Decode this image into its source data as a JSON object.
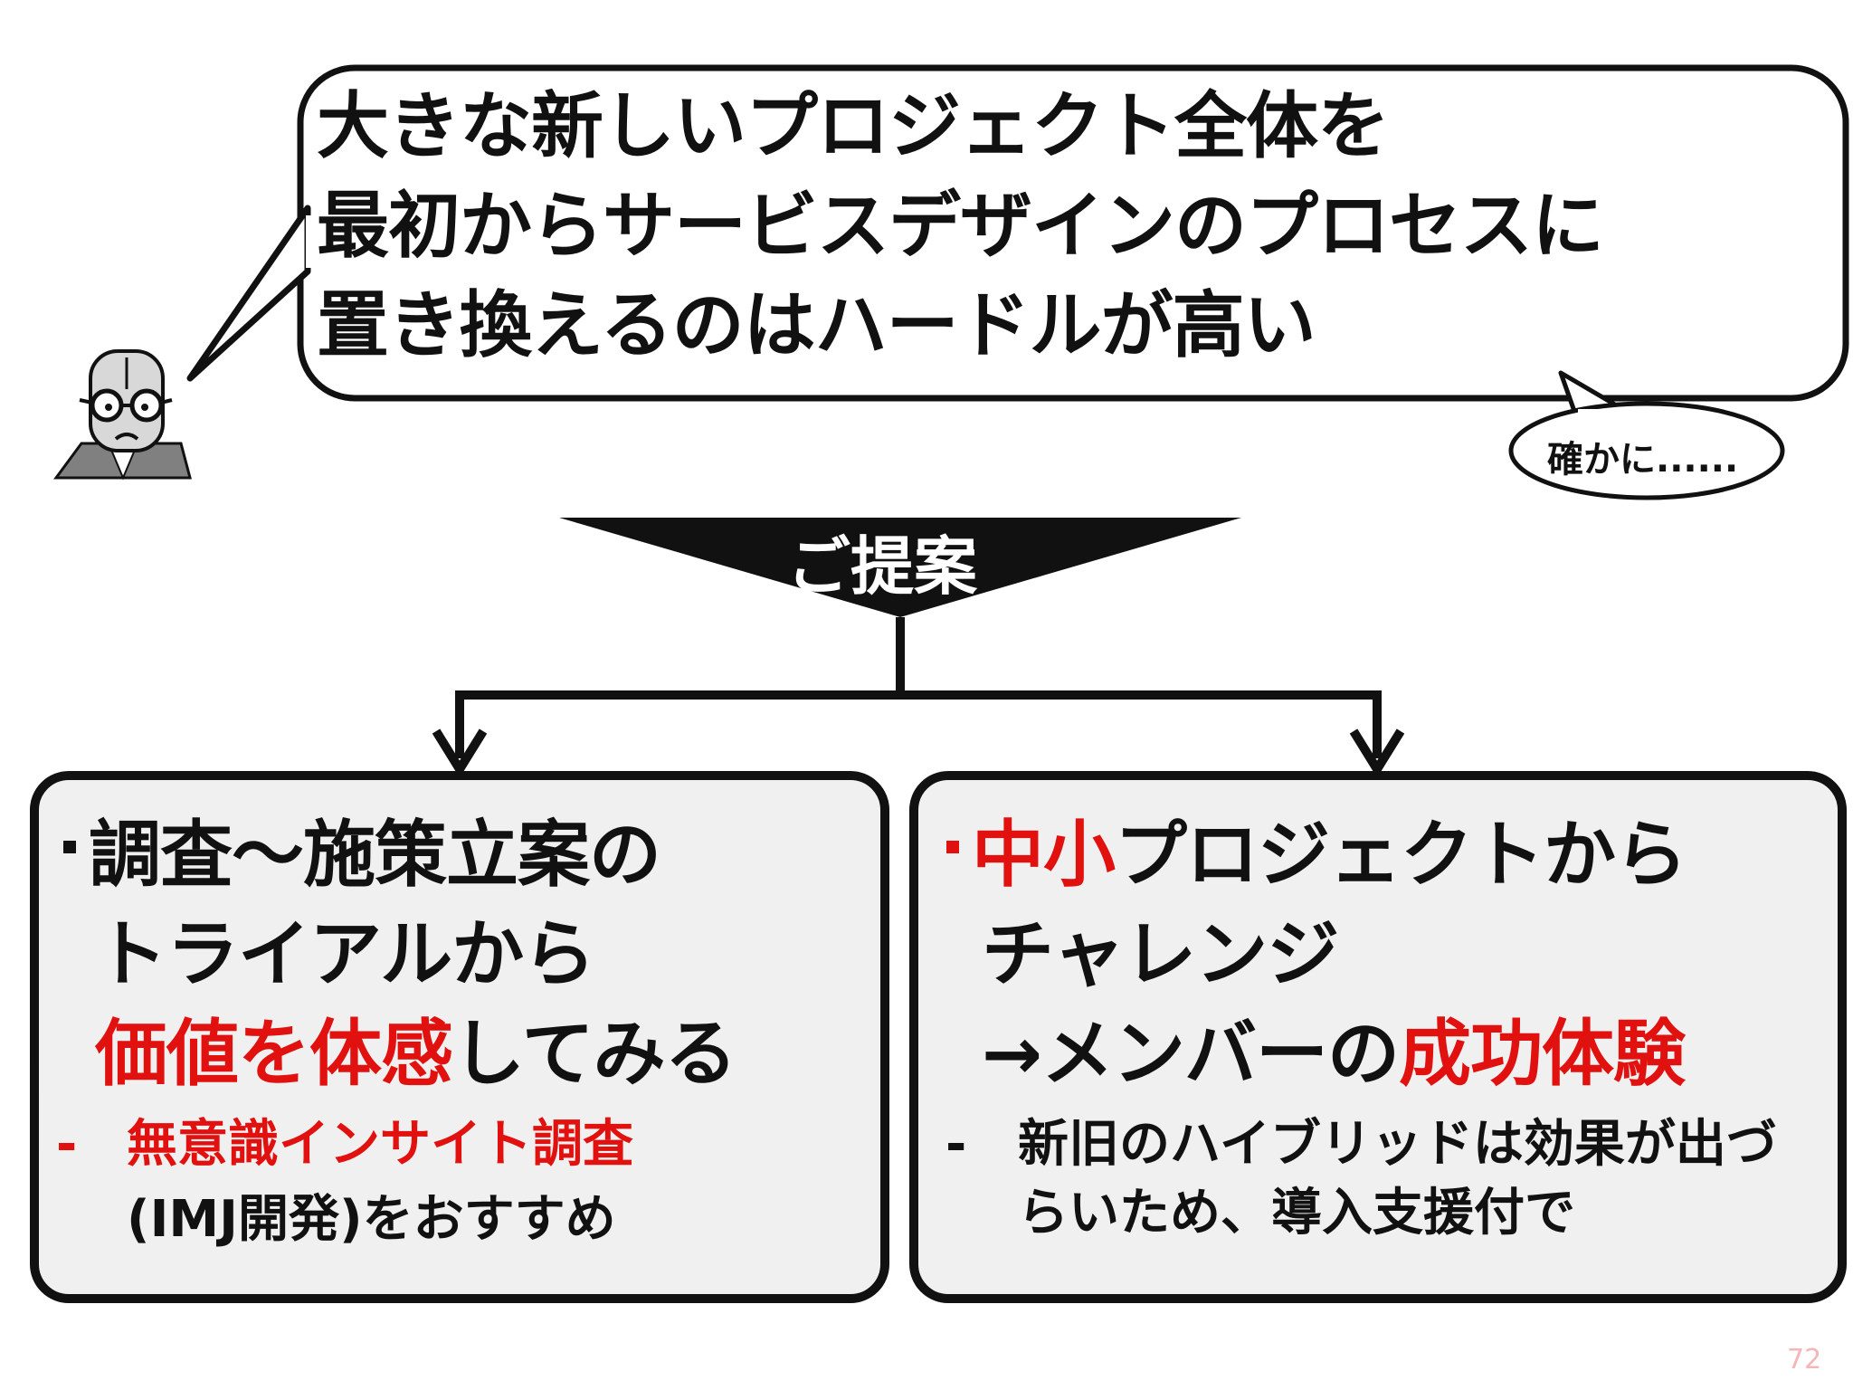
{
  "speech_bubble": {
    "lines": [
      "大きな新しいプロジェクト全体を",
      "最初からサービスデザインのプロセスに",
      "置き換えるのはハードルが高い"
    ]
  },
  "reply_bubble": {
    "text": "確かに......"
  },
  "proposal": {
    "label": "ご提案"
  },
  "left_box": {
    "line1": "調査〜施策立案の",
    "line2": "トライアルから",
    "line3_red": "価値を体感",
    "line3_rest": "してみる",
    "dash": "-",
    "sub_red": "無意識インサイト調査",
    "sub_rest": "(IMJ開発)をおすすめ"
  },
  "right_box": {
    "line1_red": "中小",
    "line1_rest": "プロジェクトから",
    "line2": "チャレンジ",
    "line3_pre": "→メンバーの",
    "line3_red": "成功体験",
    "dash": "-",
    "sub1": "新旧のハイブリッドは効果が出づ",
    "sub2": "らいため、導入支援付で"
  },
  "page_number": "72",
  "colors": {
    "accent_red": "#e0110f",
    "box_fill": "#f0f0f0",
    "outline": "#111111"
  }
}
